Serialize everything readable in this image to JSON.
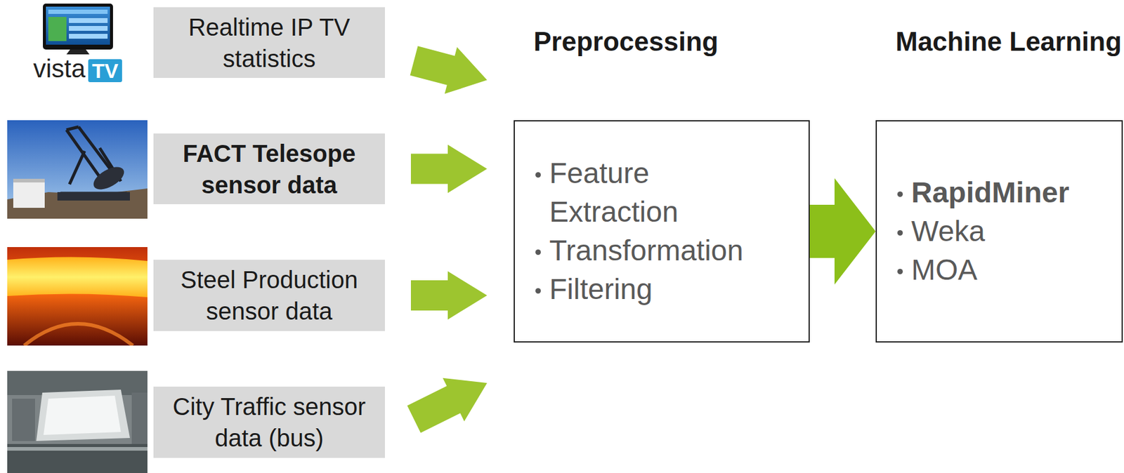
{
  "diagram": {
    "nodes": [
      {
        "text": [
          "Realtime IP TV statistics"
        ]
      },
      {
        "text": [
          "FACT Telesope sensor data"
        ]
      },
      {
        "text": [
          "Steel Production sensor data"
        ]
      },
      {
        "text": [
          "City Traffic sensor data (bus)"
        ]
      },
      {
        "text": [
          "Preprocessing",
          "Feature Extraction",
          "Transformation",
          "Filtering"
        ]
      },
      {
        "text": [
          "Machine Learning",
          "RapidMiner",
          "Weka",
          "MOA"
        ]
      }
    ],
    "edges": [
      {
        "from": 0,
        "to": 4,
        "arrow": "to"
      },
      {
        "from": 1,
        "to": 4,
        "arrow": "to"
      },
      {
        "from": 2,
        "to": 4,
        "arrow": "to"
      },
      {
        "from": 3,
        "to": 4,
        "arrow": "to"
      },
      {
        "from": 4,
        "to": 5,
        "arrow": "to"
      }
    ],
    "labels": [
      "vista",
      "TV"
    ]
  }
}
